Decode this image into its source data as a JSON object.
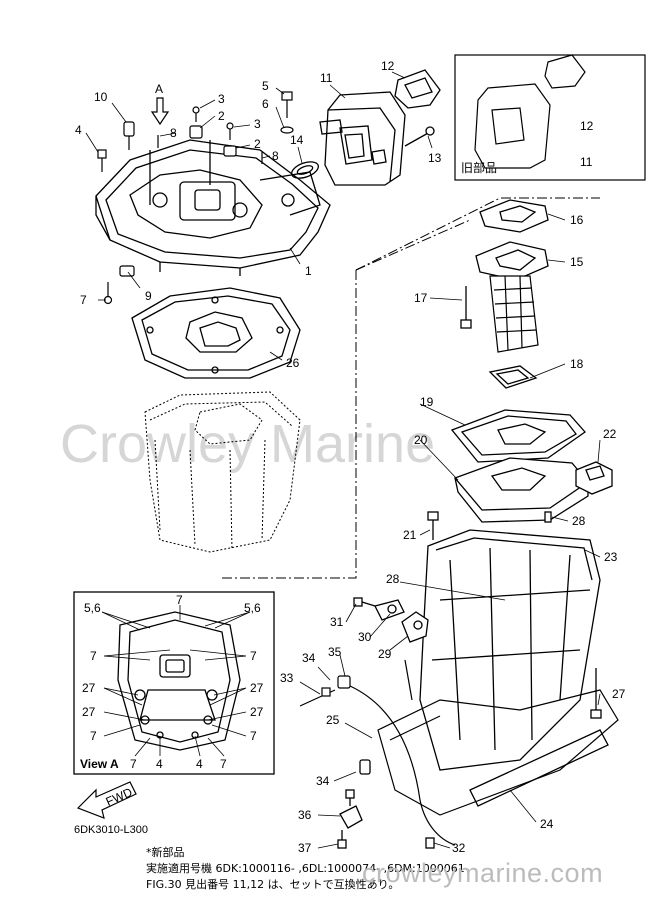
{
  "watermark": "Crowley Marine",
  "site_watermark": "crowleymarine.com",
  "diagram_code": "6DK3010-L300",
  "view_a_caption": "View A",
  "view_a_arrow_label": "A",
  "old_part_label": "旧部品",
  "fwd_label": "FWD",
  "notes": [
    "*新部品",
    "実施適用号機 6DK:1000116- ,6DL:1000074- ,6DM:1000061-",
    "FIG.30 見出番号 11,12 は、セットで互換性あり。"
  ],
  "callouts": {
    "c1": "1",
    "c2a": "2",
    "c2b": "2",
    "c3a": "3",
    "c3b": "3",
    "c4": "4",
    "c5": "5",
    "c6": "6",
    "c7": "7",
    "c8a": "8",
    "c8b": "8",
    "c9": "9",
    "c10": "10",
    "c11": "11",
    "c12": "12",
    "c13": "13",
    "c14": "14",
    "c15": "15",
    "c16": "16",
    "c17": "17",
    "c18": "18",
    "c19": "19",
    "c20": "20",
    "c21": "21",
    "c22": "22",
    "c23": "23",
    "c24": "24",
    "c25": "25",
    "c26": "26",
    "c27": "27",
    "c28a": "28",
    "c28b": "28",
    "c29": "29",
    "c30": "30",
    "c31": "31",
    "c32": "32",
    "c33": "33",
    "c34a": "34",
    "c34b": "34",
    "c35": "35",
    "c36": "36",
    "c37": "37",
    "c11old": "11",
    "c12old": "12"
  },
  "view_a_callouts": {
    "v56l": "5,6",
    "v56r": "5,6",
    "v7top": "7",
    "v7l1": "7",
    "v7r1": "7",
    "v27l1": "27",
    "v27r1": "27",
    "v27l2": "27",
    "v27r2": "27",
    "v7l2": "7",
    "v7r2": "7",
    "v7b1": "7",
    "v4b1": "4",
    "v4b2": "4",
    "v7b2": "7"
  }
}
